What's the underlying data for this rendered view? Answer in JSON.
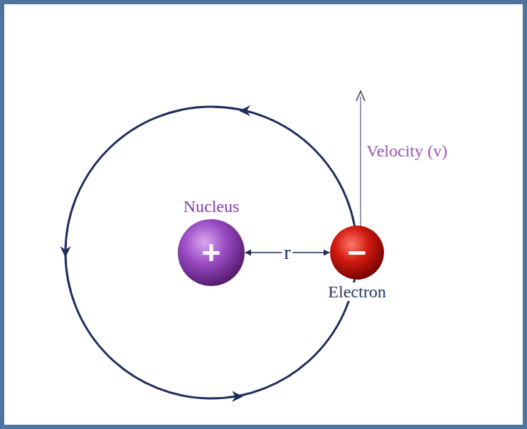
{
  "diagram": {
    "nodes": [
      {
        "text": [
          "Nucleus",
          "+"
        ]
      },
      {
        "text": [
          "−",
          "Electron"
        ]
      }
    ],
    "edges": [
      {
        "from": 0,
        "to": 1,
        "arrow": "both",
        "label": "r"
      }
    ],
    "labels": [
      "Velocity (v)"
    ]
  }
}
